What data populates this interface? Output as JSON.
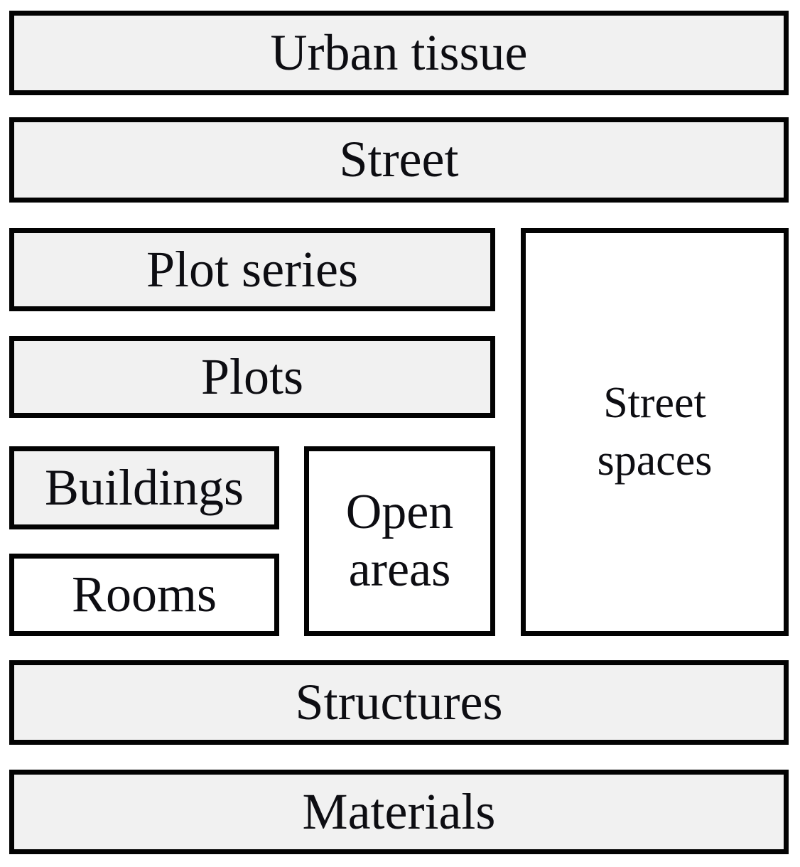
{
  "diagram": {
    "boxes": [
      {
        "id": "urban-tissue",
        "label": "Urban tissue",
        "fill": "gray"
      },
      {
        "id": "street",
        "label": "Street",
        "fill": "gray"
      },
      {
        "id": "plot-series",
        "label": "Plot series",
        "fill": "gray"
      },
      {
        "id": "plots",
        "label": "Plots",
        "fill": "gray"
      },
      {
        "id": "buildings",
        "label": "Buildings",
        "fill": "gray"
      },
      {
        "id": "rooms",
        "label": "Rooms",
        "fill": "white"
      },
      {
        "id": "open-areas",
        "label": "Open areas",
        "fill": "white"
      },
      {
        "id": "street-spaces",
        "label": "Street spaces",
        "fill": "white"
      },
      {
        "id": "structures",
        "label": "Structures",
        "fill": "gray"
      },
      {
        "id": "materials",
        "label": "Materials",
        "fill": "gray"
      }
    ]
  },
  "colors": {
    "background": "#ffffff",
    "box_fill_gray": "#f1f1f1",
    "box_fill_white": "#ffffff",
    "box_border": "#030303",
    "text": "#0d0d12"
  }
}
